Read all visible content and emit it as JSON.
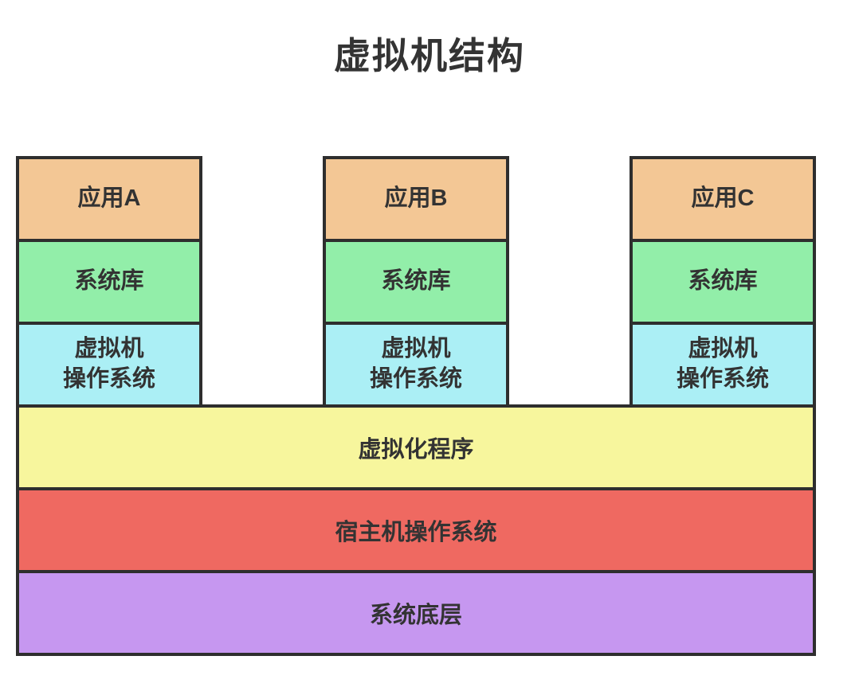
{
  "title": "虚拟机结构",
  "colors": {
    "app_block": "#F3C795",
    "syslib_block": "#92EEA9",
    "vmos_block": "#ABEFF5",
    "hypervisor_layer": "#F7F69D",
    "host_os_layer": "#EF6961",
    "system_base_layer": "#C697F0",
    "border": "#2E2E2E",
    "text": "#333333"
  },
  "columns": [
    {
      "app": "应用A",
      "syslib": "系统库",
      "vmos": "虚拟机\n操作系统"
    },
    {
      "app": "应用B",
      "syslib": "系统库",
      "vmos": "虚拟机\n操作系统"
    },
    {
      "app": "应用C",
      "syslib": "系统库",
      "vmos": "虚拟机\n操作系统"
    }
  ],
  "layers": [
    {
      "label": "虚拟化程序"
    },
    {
      "label": "宿主机操作系统"
    },
    {
      "label": "系统底层"
    }
  ]
}
